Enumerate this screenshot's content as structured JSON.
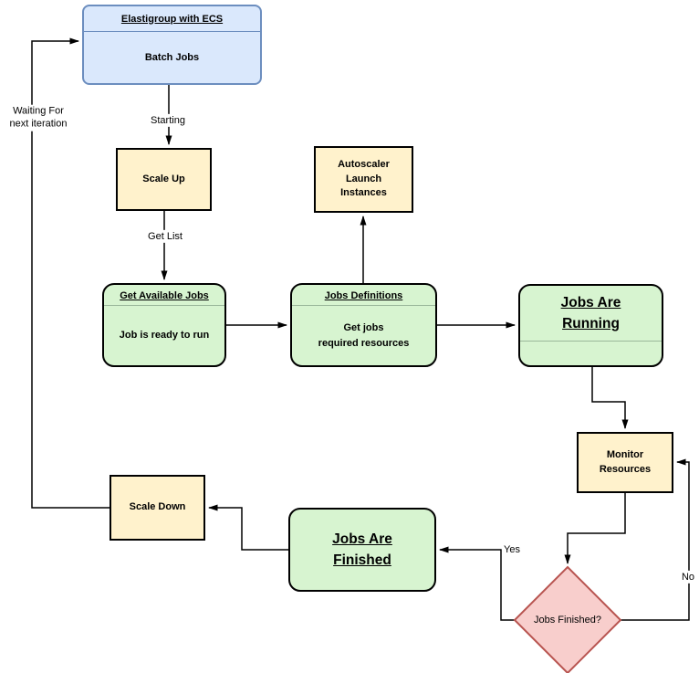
{
  "nodes": {
    "elastigroup": {
      "title": "Elastigroup with ECS",
      "body": "Batch Jobs"
    },
    "scale_up": {
      "label": "Scale Up"
    },
    "autoscaler": {
      "lines": [
        "Autoscaler",
        "Launch",
        "Instances"
      ]
    },
    "get_available_jobs": {
      "title": "Get Available Jobs",
      "body": "Job is ready to run"
    },
    "jobs_definitions": {
      "title": "Jobs Definitions",
      "body_lines": [
        "Get jobs",
        "required resources"
      ]
    },
    "jobs_are_running": {
      "title_lines": [
        "Jobs Are",
        "Running"
      ]
    },
    "monitor_resources": {
      "lines": [
        "Monitor",
        "Resources"
      ]
    },
    "scale_down": {
      "label": "Scale Down"
    },
    "jobs_are_finished": {
      "title_lines": [
        "Jobs Are",
        "Finished"
      ]
    },
    "jobs_finished_decision": {
      "label": "Jobs Finished?"
    }
  },
  "edge_labels": {
    "starting": "Starting",
    "get_list": "Get List",
    "waiting": [
      "Waiting For",
      "next iteration"
    ],
    "yes": "Yes",
    "no": "No"
  },
  "colors": {
    "process_fill": "#fff2cc",
    "state_fill": "#d7f4d0",
    "start_fill": "#dae8fc",
    "start_border": "#6c8ebf",
    "decision_fill": "#f8cecc",
    "decision_border": "#b85450",
    "edge_color": "#000000"
  }
}
